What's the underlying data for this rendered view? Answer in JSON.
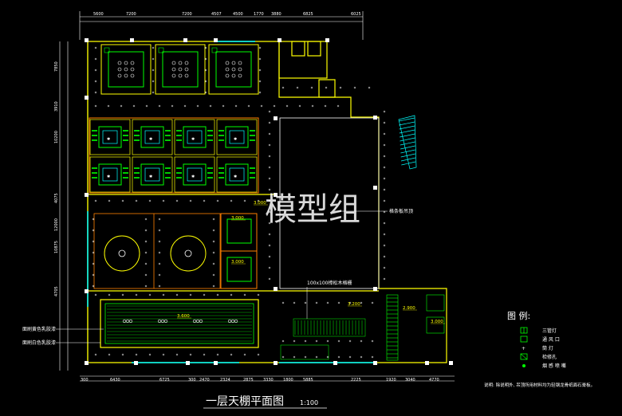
{
  "watermark": "模型组",
  "title": "一层天棚平面图",
  "scale": "1:100",
  "top_dims": [
    "5600",
    "7200",
    "7200",
    "4507",
    "4500",
    "1770",
    "3880",
    "6825",
    "6025"
  ],
  "bottom_dims": [
    "300",
    "6430",
    "6725",
    "300",
    "2470",
    "2324",
    "2875",
    "3330",
    "1800",
    "5885",
    "2225",
    "1920",
    "3040",
    "4770"
  ],
  "left_dims": [
    "7850",
    "3910",
    "10200",
    "4075",
    "12000",
    "10875",
    "4705"
  ],
  "annotations": {
    "grating": "格条板吊顶",
    "timber": "100x100樟松木格栅",
    "yellow_left": "面刷黄色乳胶漆",
    "white_left": "面刷白色乳胶漆"
  },
  "level_marks": [
    "3.000",
    "3.000",
    "3.000",
    "3.600",
    "3.200",
    "3.000",
    "2.900"
  ],
  "legend": {
    "title": "图  例:",
    "items": [
      {
        "icon": "triple-lamp-icon",
        "label": "三管灯"
      },
      {
        "icon": "vent-icon",
        "label": "通 风 口"
      },
      {
        "icon": "downlight-icon",
        "label": "筒  灯"
      },
      {
        "icon": "access-hatch-icon",
        "label": "检修孔"
      },
      {
        "icon": "smoke-detector-icon",
        "label": "烟 感 喷 嘴"
      }
    ]
  },
  "note": "说明: 除说明外, 吊顶所用材料均为轻钢龙骨纸面石膏板。",
  "colors": {
    "wall": "#ffff00",
    "ceiling": "#00ff00",
    "lamp": "#00ffff",
    "fixture": "#ffffff",
    "accent": "#ff8000",
    "glass": "#00ffff"
  }
}
